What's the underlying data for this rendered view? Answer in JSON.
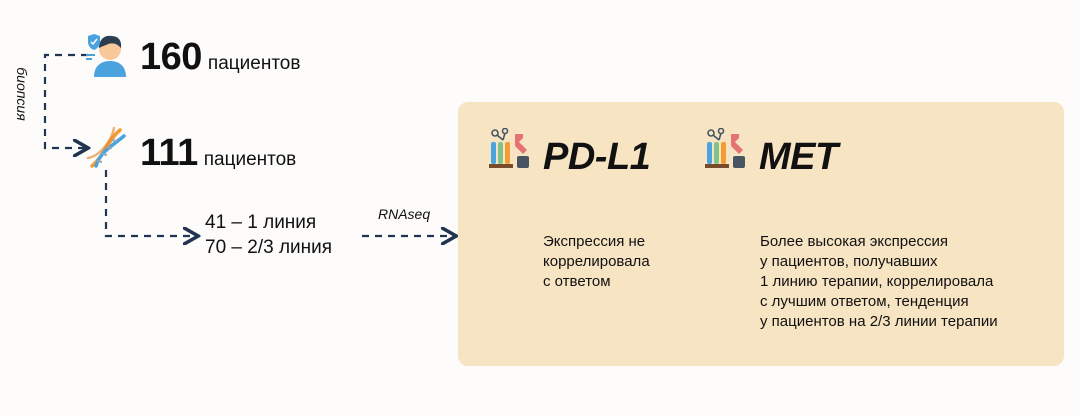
{
  "step1": {
    "count": "160",
    "unit": "пациентов",
    "icon": "patient-icon"
  },
  "step2": {
    "count": "111",
    "unit": "пациентов",
    "icon": "dna-icon"
  },
  "edge_biopsy": "биопсия",
  "cohorts": [
    "41 – 1 линия",
    "70 – 2/3 линия"
  ],
  "edge_rnaseq": "RNAseq",
  "markers": [
    {
      "title": "PD-L1",
      "icon": "lab-research-icon",
      "finding_lines": [
        "Экспрессия не",
        "коррелировала",
        "с ответом"
      ]
    },
    {
      "title": "MET",
      "icon": "lab-research-icon",
      "finding_lines": [
        "Более высокая экспрессия",
        "у пациентов, получавших",
        "1 линию терапии, коррелировала",
        "с лучшим ответом, тенденция",
        "у пациентов на 2/3 линии терапии"
      ]
    }
  ],
  "colors": {
    "dashed_line": "#1f3550",
    "panel": "#f7e4c3"
  }
}
